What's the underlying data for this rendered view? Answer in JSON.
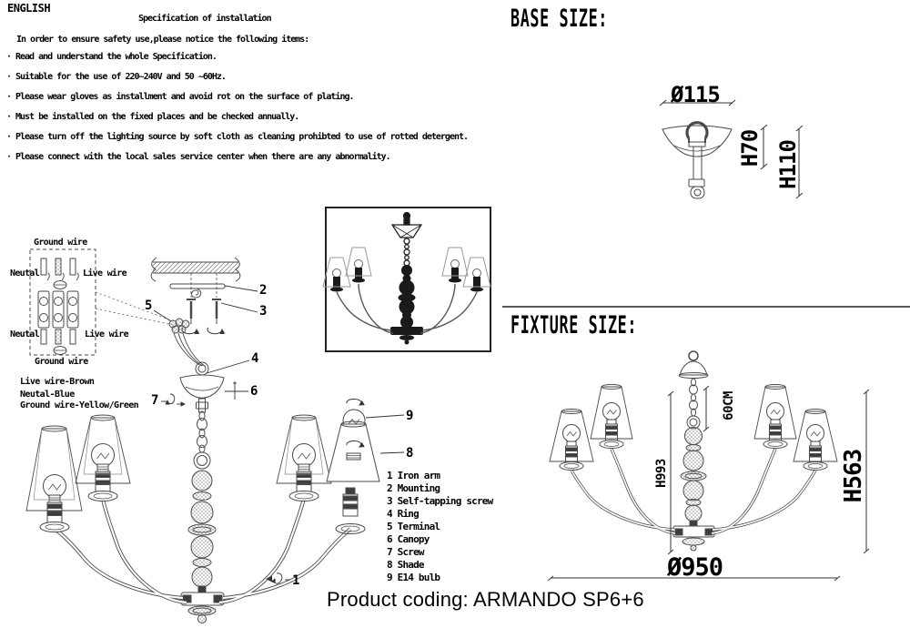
{
  "doc": {
    "language": "ENGLISH",
    "title": "Specification of installation",
    "intro": "In order to ensure safety use,please notice the following items:",
    "bullets": [
      "Read and understand the whole Specification.",
      "Suitable for the use of 220~240V and 50 ~60Hz.",
      "Please wear gloves as installment and avoid rot on the surface of plating.",
      "Must be installed on the fixed places and be checked annually.",
      "Please turn off the lighting source by soft cloth as cleaning prohibted to use of rotted detergent.",
      "Please connect with the local sales service center when there are any abnormality."
    ]
  },
  "wiring": {
    "ground_top": "Ground wire",
    "neutral_top": "Neutal",
    "live_top": "Live wire",
    "neutral_bottom": "Neutal",
    "live_bottom": "Live wire",
    "ground_bottom": "Ground wire",
    "legend": [
      "Live wire-Brown",
      "Neutal-Blue",
      "Ground wire-Yellow/Green"
    ]
  },
  "parts": [
    "1 Iron arm",
    "2 Mounting",
    "3 Self-tapping screw",
    "4 Ring",
    "5 Terminal",
    "6 Canopy",
    "7 Screw",
    "8 Shade",
    "9 E14 bulb"
  ],
  "callouts": {
    "n1": "1",
    "n2": "2",
    "n3": "3",
    "n4": "4",
    "n5": "5",
    "n6": "6",
    "n7": "7",
    "n8": "8",
    "n9": "9"
  },
  "base_size": {
    "heading": "BASE SIZE:",
    "diameter": "Ø115",
    "height_canopy": "H70",
    "height_total": "H110"
  },
  "fixture_size": {
    "heading": "FIXTURE SIZE:",
    "chain_length": "60CM",
    "height_with_chain": "H993",
    "height_body": "H563",
    "diameter": "Ø950"
  },
  "footer": {
    "product_coding": "Product coding: ARMANDO SP6+6"
  },
  "colors": {
    "ink": "#000000",
    "line": "#4a4a4a",
    "background": "#ffffff"
  }
}
